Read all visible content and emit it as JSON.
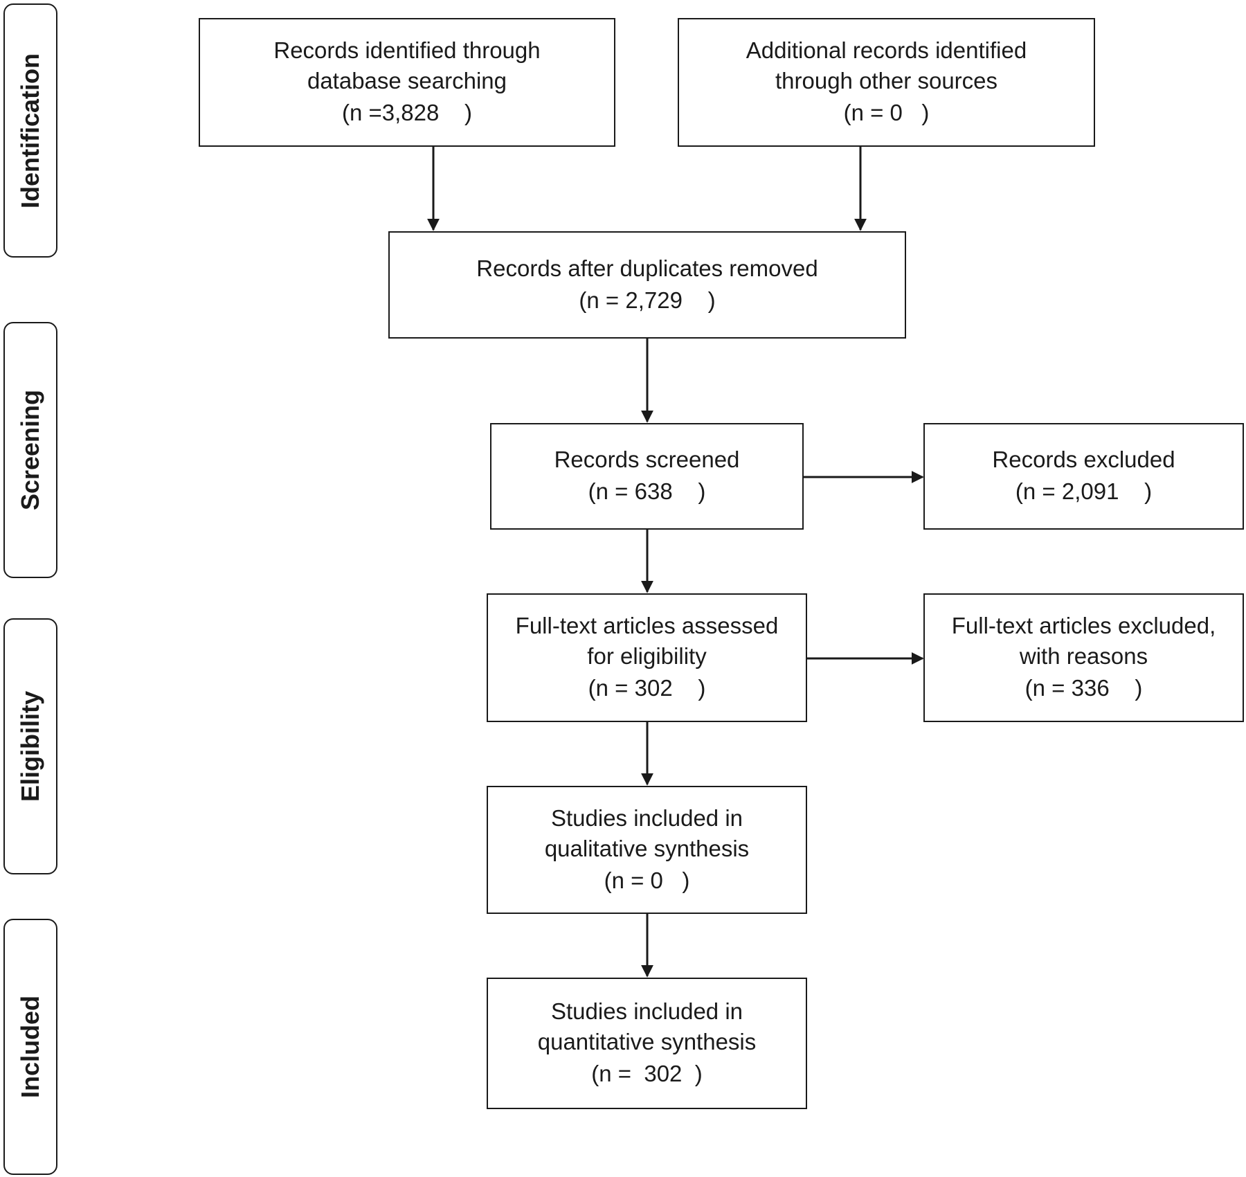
{
  "stages": {
    "identification": "Identification",
    "screening": "Screening",
    "eligibility": "Eligibility",
    "included": "Included"
  },
  "boxes": {
    "database_search": {
      "line1": "Records identified through",
      "line2": "database searching",
      "count": "(n =3,828    )"
    },
    "other_sources": {
      "line1": "Additional records identified",
      "line2": "through other sources",
      "count": "(n = 0   )"
    },
    "after_duplicates": {
      "line1": "Records after duplicates removed",
      "count": "(n = 2,729    )"
    },
    "screened": {
      "line1": "Records screened",
      "count": "(n = 638    )"
    },
    "excluded": {
      "line1": "Records excluded",
      "count": "(n = 2,091    )"
    },
    "fulltext_assessed": {
      "line1": "Full-text articles assessed",
      "line2": "for eligibility",
      "count": "(n = 302    )"
    },
    "fulltext_excluded": {
      "line1": "Full-text articles excluded,",
      "line2": "with reasons",
      "count": "(n = 336    )"
    },
    "qualitative": {
      "line1": "Studies included in",
      "line2": "qualitative synthesis",
      "count": "(n = 0   )"
    },
    "quantitative": {
      "line1": "Studies included in",
      "line2": "quantitative synthesis",
      "count": "(n =  302  )"
    }
  }
}
